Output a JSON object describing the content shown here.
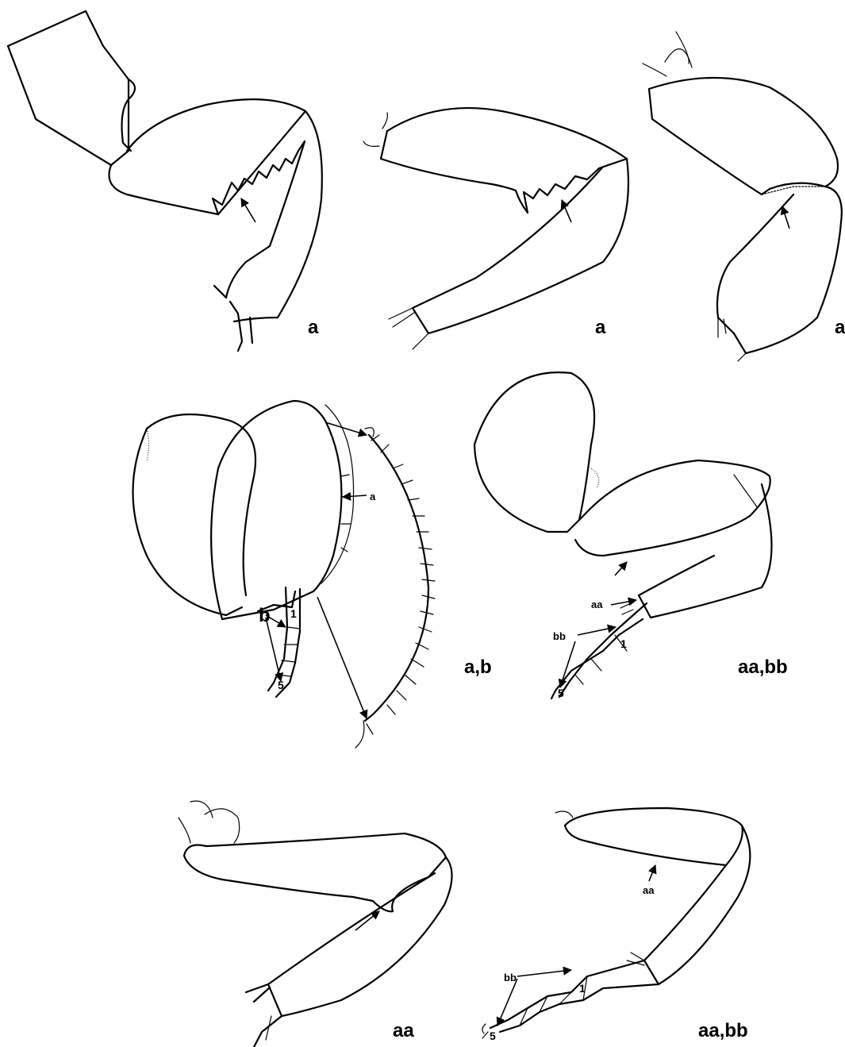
{
  "labels": {
    "p1": "a",
    "p2": "a",
    "p3": "a",
    "p4": "a,b",
    "p5": "aa,bb",
    "p6": "aa",
    "p7": "aa,bb"
  },
  "callouts": {
    "p4_a": "a",
    "p4_b": "b",
    "p4_seg1": "1",
    "p4_seg5": "5",
    "p5_aa": "aa",
    "p5_bb": "bb",
    "p5_seg1": "1",
    "p5_seg5": "5",
    "p7_aa": "aa",
    "p7_bb": "bb",
    "p7_seg1": "1",
    "p7_seg5": "5"
  }
}
